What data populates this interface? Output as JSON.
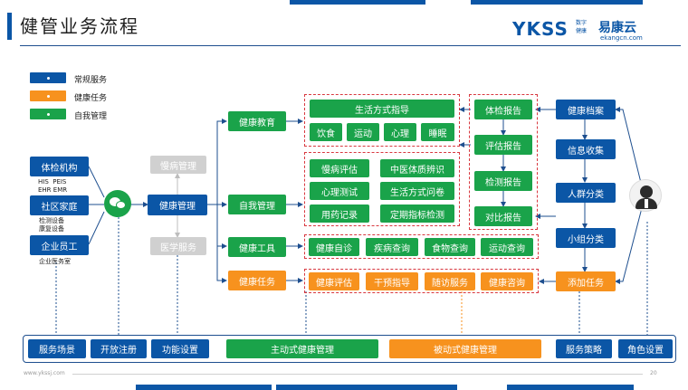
{
  "header": {
    "title": "健管业务流程",
    "logo_ykss": "YKSS",
    "logo_digital": "数字",
    "logo_health": "健康",
    "logo_brand": "易康云",
    "logo_url": "ekangcn.com"
  },
  "legend": [
    {
      "label": "常规服务",
      "color": "#0b56a6"
    },
    {
      "label": "健康任务",
      "color": "#f7921e"
    },
    {
      "label": "自我管理",
      "color": "#1aa34a"
    }
  ],
  "sources": [
    {
      "label": "体检机构",
      "note": "HIS  PEIS\nEHR EMR"
    },
    {
      "label": "社区家庭",
      "note": "检测设备\n康复设备"
    },
    {
      "label": "企业员工",
      "note": "企业医务室"
    }
  ],
  "center": {
    "manage": "健康管理",
    "chronic": "慢病管理",
    "medical": "医学服务"
  },
  "modules": {
    "education": "健康教育",
    "self": "自我管理",
    "tools": "健康工具",
    "tasks": "健康任务"
  },
  "education_group": {
    "title": "生活方式指导",
    "items": [
      "饮食",
      "运动",
      "心理",
      "睡眠"
    ]
  },
  "self_group": {
    "items": [
      "慢病评估",
      "中医体质辨识",
      "心理测试",
      "生活方式问卷",
      "用药记录",
      "定期指标检测"
    ]
  },
  "tools_group": {
    "items": [
      "健康自诊",
      "疾病查询",
      "食物查询",
      "运动查询"
    ]
  },
  "tasks_group": {
    "items": [
      "健康评估",
      "干预指导",
      "随访服务",
      "健康咨询"
    ]
  },
  "report_chain": [
    "体检报告",
    "评估报告",
    "检测报告",
    "对比报告"
  ],
  "archive_chain": [
    "健康档案",
    "信息收集",
    "人群分类",
    "小组分类",
    "添加任务"
  ],
  "bottom_bar": {
    "scene": "服务场景",
    "register": "开放注册",
    "function": "功能设置",
    "active": "主动式健康管理",
    "passive": "被动式健康管理",
    "strategy": "服务策略",
    "role": "角色设置"
  },
  "footer": {
    "site": "www.ykssj.com",
    "page": "20"
  }
}
